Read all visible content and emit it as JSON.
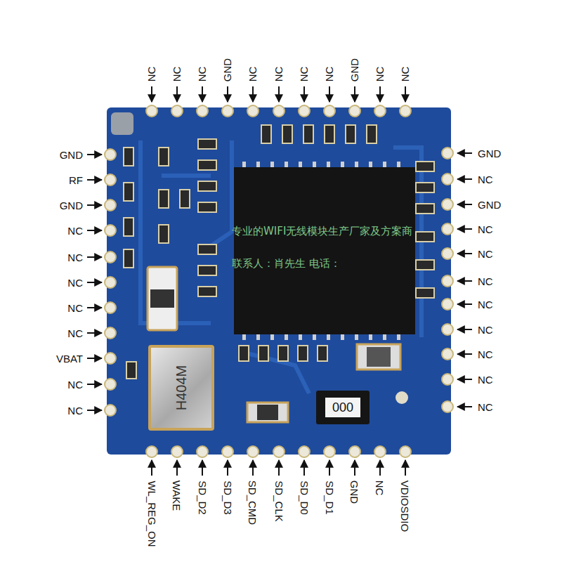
{
  "diagram": {
    "nodes": [
      {
        "text": [
          "H404M"
        ]
      },
      {
        "text": [
          "000"
        ]
      }
    ],
    "labels": [
      "NC",
      "NC",
      "NC",
      "GND",
      "NC",
      "NC",
      "NC",
      "NC",
      "GND",
      "NC",
      "NC",
      "GND",
      "RF",
      "GND",
      "NC",
      "NC",
      "NC",
      "NC",
      "NC",
      "VBAT",
      "NC",
      "NC",
      "GND",
      "NC",
      "GND",
      "NC",
      "NC",
      "NC",
      "NC",
      "NC",
      "NC",
      "NC",
      "NC",
      "WL_REG_ON",
      "WAKE",
      "SD_D2",
      "SD_D3",
      "SD_CMD",
      "SD_CLK",
      "SD_D0",
      "SD_D1",
      "GND",
      "NC",
      "VDIOSDIO",
      "专业的WIFI无线模块生产厂家及方案商",
      "联系人：肖先生 电话："
    ]
  }
}
